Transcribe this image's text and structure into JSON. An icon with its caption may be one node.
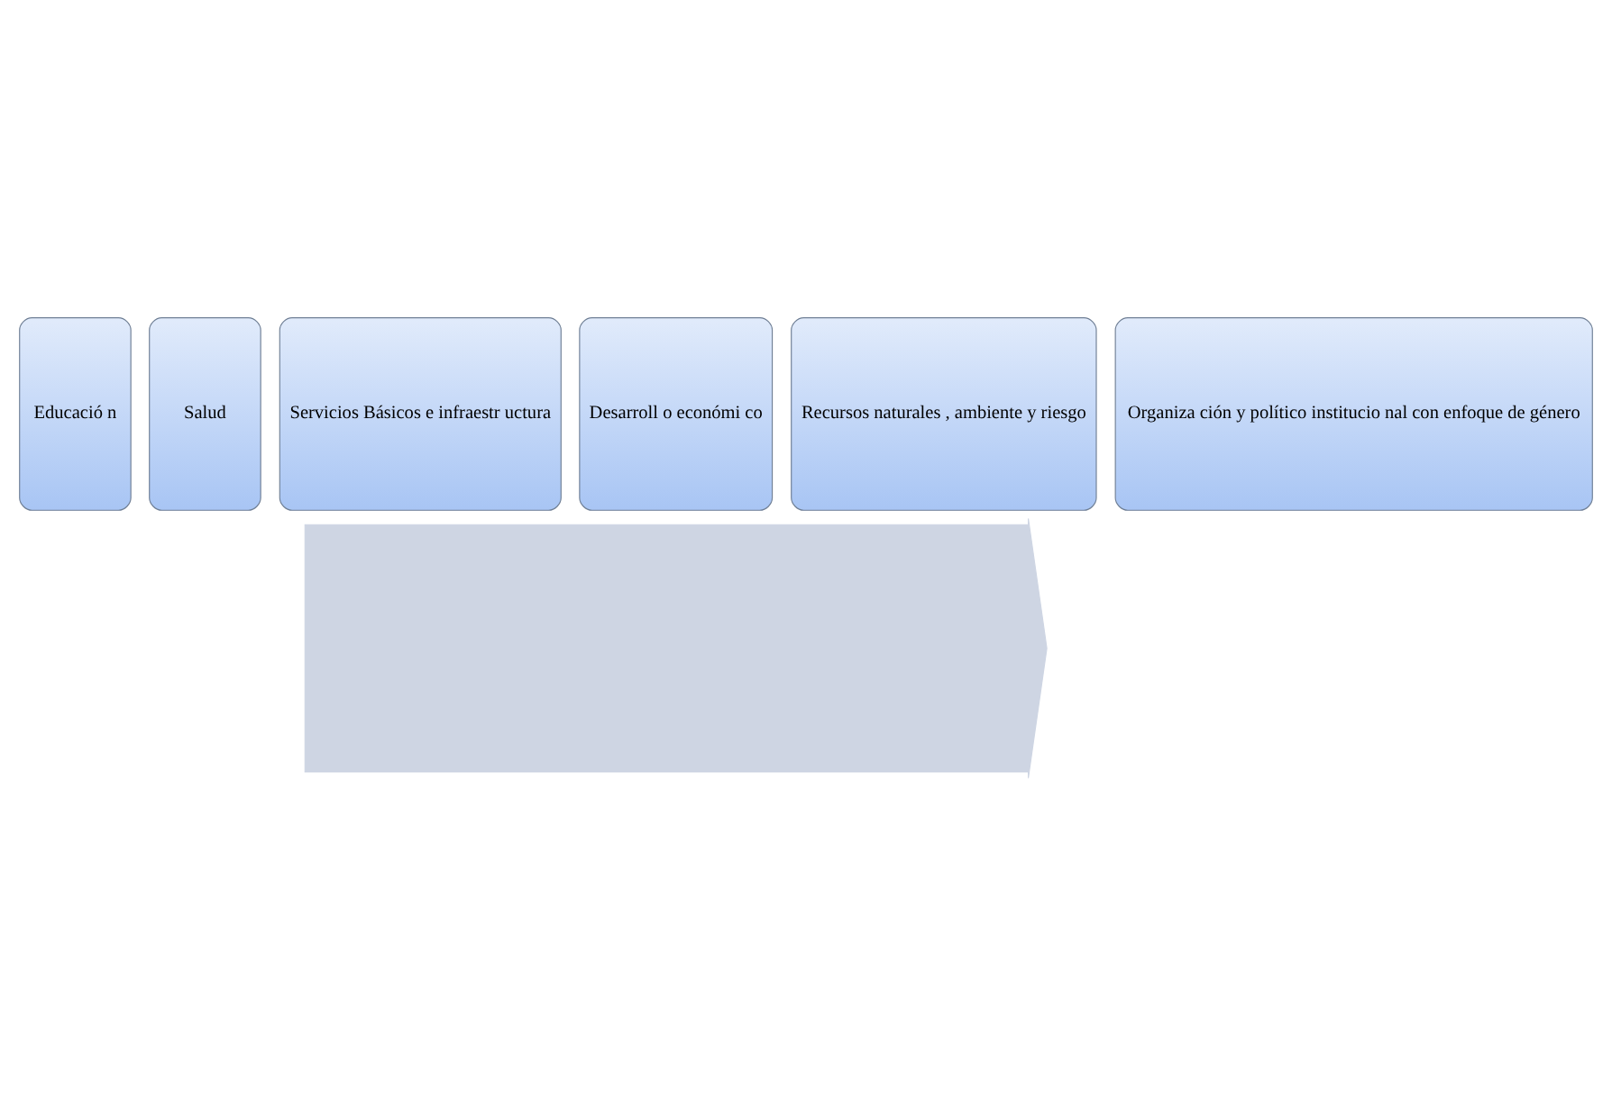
{
  "diagram": {
    "nodes": [
      {
        "text": [],
        "shape": "arrow"
      },
      {
        "text": [
          "Educació n"
        ]
      },
      {
        "text": [
          "Salud"
        ]
      },
      {
        "text": [
          "Servicios Básicos e infraestr uctura"
        ]
      },
      {
        "text": [
          "Desarroll o económi co"
        ]
      },
      {
        "text": [
          "Recursos naturales , ambiente y riesgo"
        ]
      },
      {
        "text": [
          "Organiza ción y político institucio nal con enfoque de género"
        ]
      }
    ]
  }
}
